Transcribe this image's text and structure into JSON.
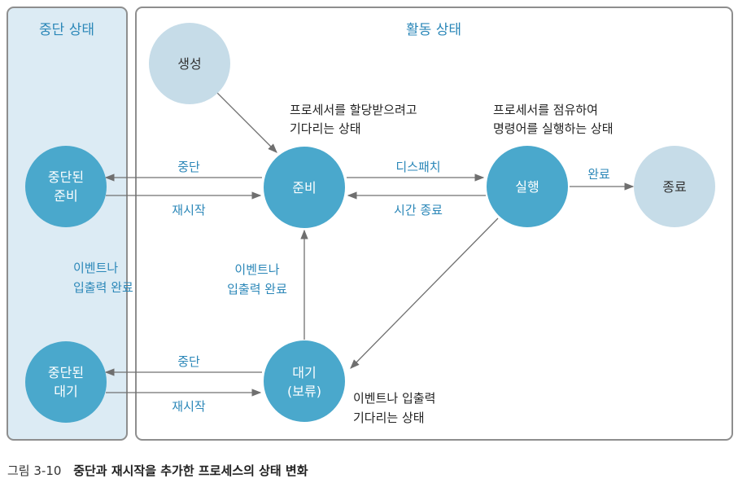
{
  "panels": {
    "suspended_title": "중단 상태",
    "active_title": "활동 상태"
  },
  "nodes": {
    "create": "생성",
    "ready": "준비",
    "running": "실행",
    "terminate": "종료",
    "blocked_line1": "대기",
    "blocked_line2": "(보류)",
    "suspended_ready_line1": "중단된",
    "suspended_ready_line2": "준비",
    "suspended_blocked_line1": "중단된",
    "suspended_blocked_line2": "대기"
  },
  "edges": {
    "ready_suspend": "중단",
    "ready_resume": "재시작",
    "dispatch": "디스패치",
    "timeout": "시간 종료",
    "complete": "완료",
    "io_complete_line1": "이벤트나",
    "io_complete_line2": "입출력 완료",
    "blocked_suspend": "중단",
    "blocked_resume": "재시작",
    "suspended_io_line1": "이벤트나",
    "suspended_io_line2": "입출력 완료"
  },
  "notes": {
    "ready_line1": "프로세서를 할당받으려고",
    "ready_line2": "기다리는 상태",
    "running_line1": "프로세서를 점유하여",
    "running_line2": "명령어를 실행하는 상태",
    "blocked_line1": "이벤트나 입출력",
    "blocked_line2": "기다리는 상태"
  },
  "caption": {
    "label": "그림 3-10",
    "text": "중단과 재시작을 추가한 프로세스의 상태 변화"
  },
  "colors": {
    "dark_node": "#4aa8cc",
    "light_node": "#c6dce8",
    "suspended_panel": "#dcebf4",
    "panel_border": "#8e8e8e",
    "accent_text": "#2b87b8"
  }
}
